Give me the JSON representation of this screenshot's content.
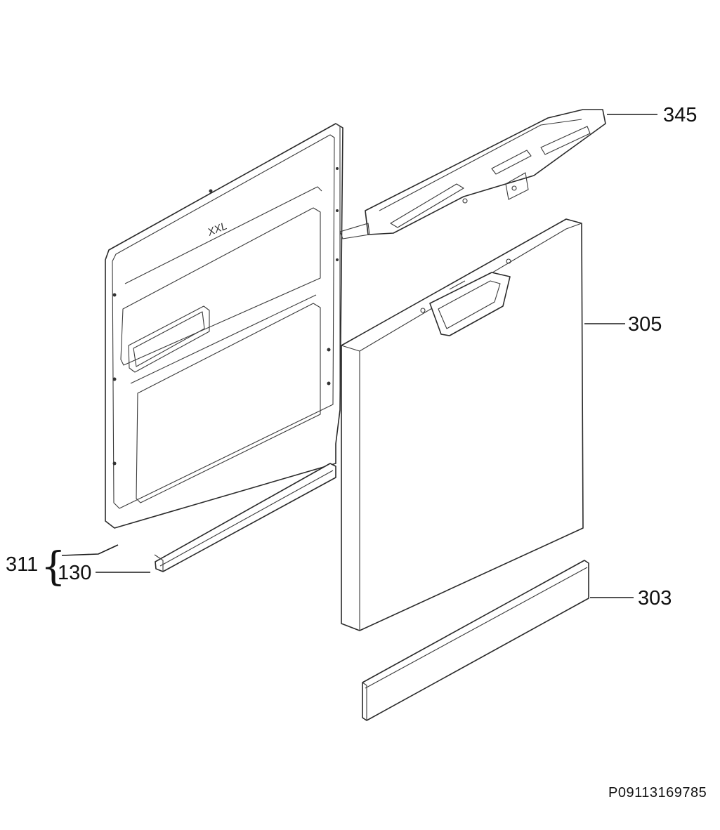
{
  "callouts": {
    "c345": "345",
    "c305": "305",
    "c303": "303",
    "c311": "311",
    "c130": "130"
  },
  "inner_door_logo": "XXL",
  "drawing_code": "P09113169785"
}
